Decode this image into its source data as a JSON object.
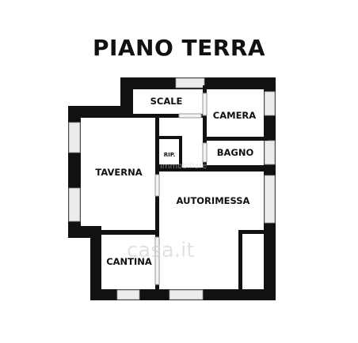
{
  "title": "PIANO TERRA",
  "rooms": {
    "scale": "SCALE",
    "camera": "CAMERA",
    "rip": "RIP.",
    "bagno": "BAGNO",
    "taverna": "TAVERNA",
    "autorimessa": "AUTORIMESSA",
    "cantina": "CANTINA"
  },
  "watermarks": {
    "upper": "immobiliare",
    "lower": "casa.it"
  },
  "colors": {
    "wall": "#111111",
    "window": "#e8e8e8",
    "background": "#ffffff"
  }
}
